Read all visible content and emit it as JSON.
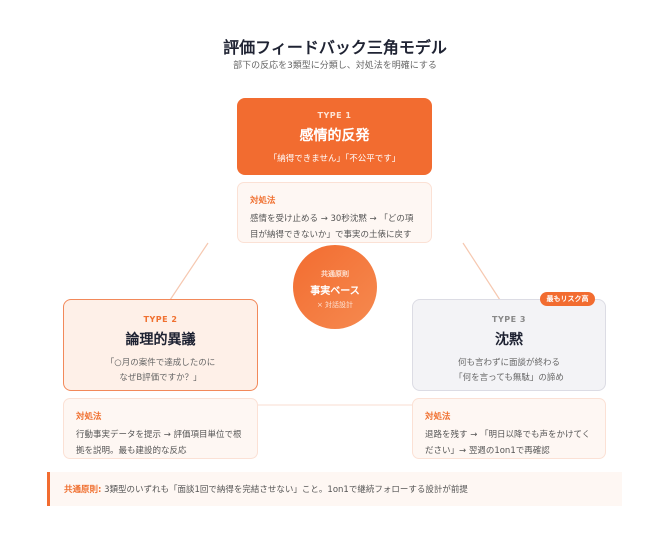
{
  "header": {
    "title": "評価フィードバック三角モデル",
    "subtitle": "部下の反応を3類型に分類し、対処法を明確にする"
  },
  "types": [
    {
      "label": "TYPE 1",
      "name": "感情的反発",
      "desc": [
        "「納得できません」「不公平です」"
      ],
      "action_heading": "対処法",
      "action": "感情を受け止める → 30秒沈黙 → 「どの項目が納得できないか」で事実の土俵に戻す"
    },
    {
      "label": "TYPE 2",
      "name": "論理的異議",
      "desc": [
        "「○月の案件で達成したのに",
        "なぜB評価ですか？」"
      ],
      "action_heading": "対処法",
      "action": "行動事実データを提示 → 評価項目単位で根拠を説明。最も建設的な反応"
    },
    {
      "label": "TYPE 3",
      "name": "沈黙",
      "badge": "最もリスク高",
      "desc": [
        "何も言わずに面談が終わる",
        "「何を言っても無駄」の諦め"
      ],
      "action_heading": "対処法",
      "action": "退路を残す → 「明日以降でも声をかけてください」→ 翌週の1on1で再確認"
    }
  ],
  "center": {
    "label": "共通原則",
    "title": "事実ベース",
    "sub": "× 対話設計"
  },
  "footer": {
    "key": "共通原則:",
    "text": " 3類型のいずれも「面談1回で納得を完結させない」こと。1on1で継続フォローする設計が前提"
  },
  "colors": {
    "accent": "#f26c30"
  }
}
